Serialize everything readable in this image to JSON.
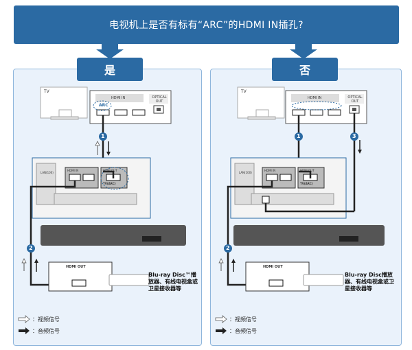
{
  "question": "电视机上是否有标有“ARC”的HDMI IN插孔?",
  "left": {
    "tag": "是",
    "tv_label": "TV",
    "hdmi_in": "HDMI IN",
    "arc": "ARC",
    "optical": "OPTICAL OUT",
    "step1": "1",
    "step2": "2",
    "device_caption": "Blu-ray Disc™播放器、有线电视盒或卫星接收器等",
    "device_hdmi_out": "HDMI OUT",
    "sb_hdmi_in": "HDMI IN",
    "sb_hdmi_out": "HDMI OUT",
    "sb_tv_arc": "TV(ARC)",
    "sb_lan": "LAN(100)"
  },
  "right": {
    "tag": "否",
    "tv_label": "TV",
    "hdmi_in": "HDMI IN",
    "optical": "OPTICAL OUT",
    "step1": "1",
    "step2": "2",
    "step3": "3",
    "device_caption": "Blu-ray Disc播放器、有线电视盒或卫星接收器等",
    "device_hdmi_out": "HDMI OUT",
    "sb_hdmi_in": "HDMI IN",
    "sb_hdmi_out": "HDMI OUT",
    "sb_tv_arc": "TV(ARC)",
    "sb_lan": "LAN(100)"
  },
  "legend": {
    "video": "：视频信号",
    "audio": "：音频信号"
  },
  "colors": {
    "banner": "#2b6aa3",
    "panel": "#eaf2fb",
    "panel_border": "#8fb6dc",
    "step_badge": "#2b6aa3"
  }
}
